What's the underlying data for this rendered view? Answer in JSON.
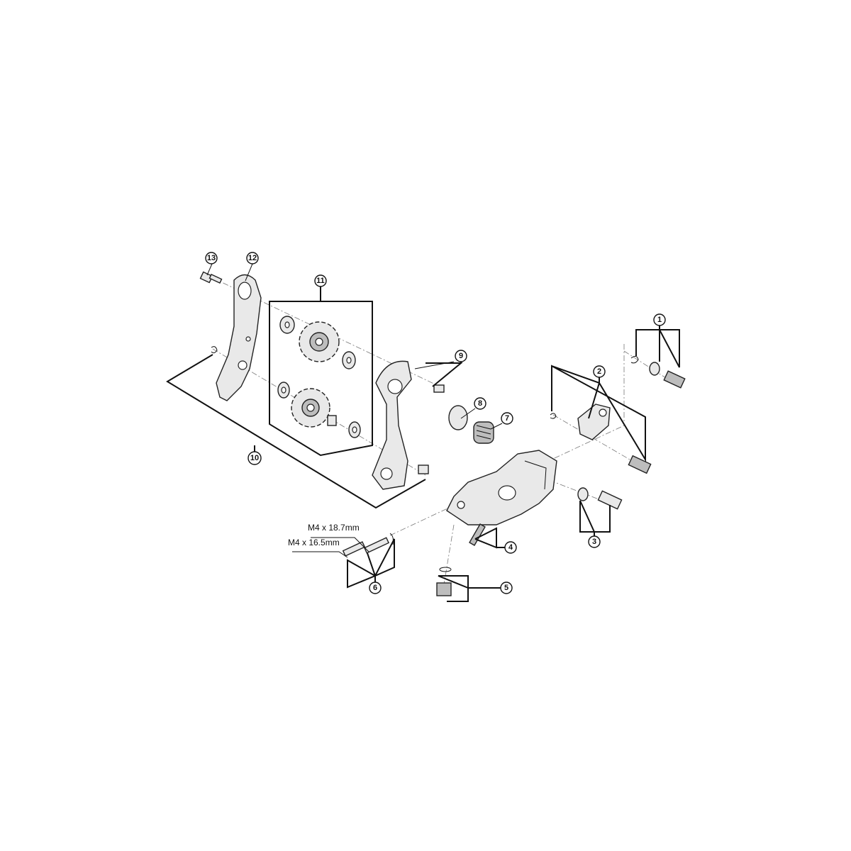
{
  "diagram": {
    "callouts": {
      "c1": "1",
      "c2": "2",
      "c3": "3",
      "c4": "4",
      "c5": "5",
      "c6": "6",
      "c7": "7",
      "c8": "8",
      "c9": "9",
      "c10": "10",
      "c11": "11",
      "c12": "12",
      "c13": "13"
    },
    "dimensions": {
      "bolt_long": "M4 x 18.7mm",
      "bolt_short": "M4 x 16.5mm"
    }
  }
}
